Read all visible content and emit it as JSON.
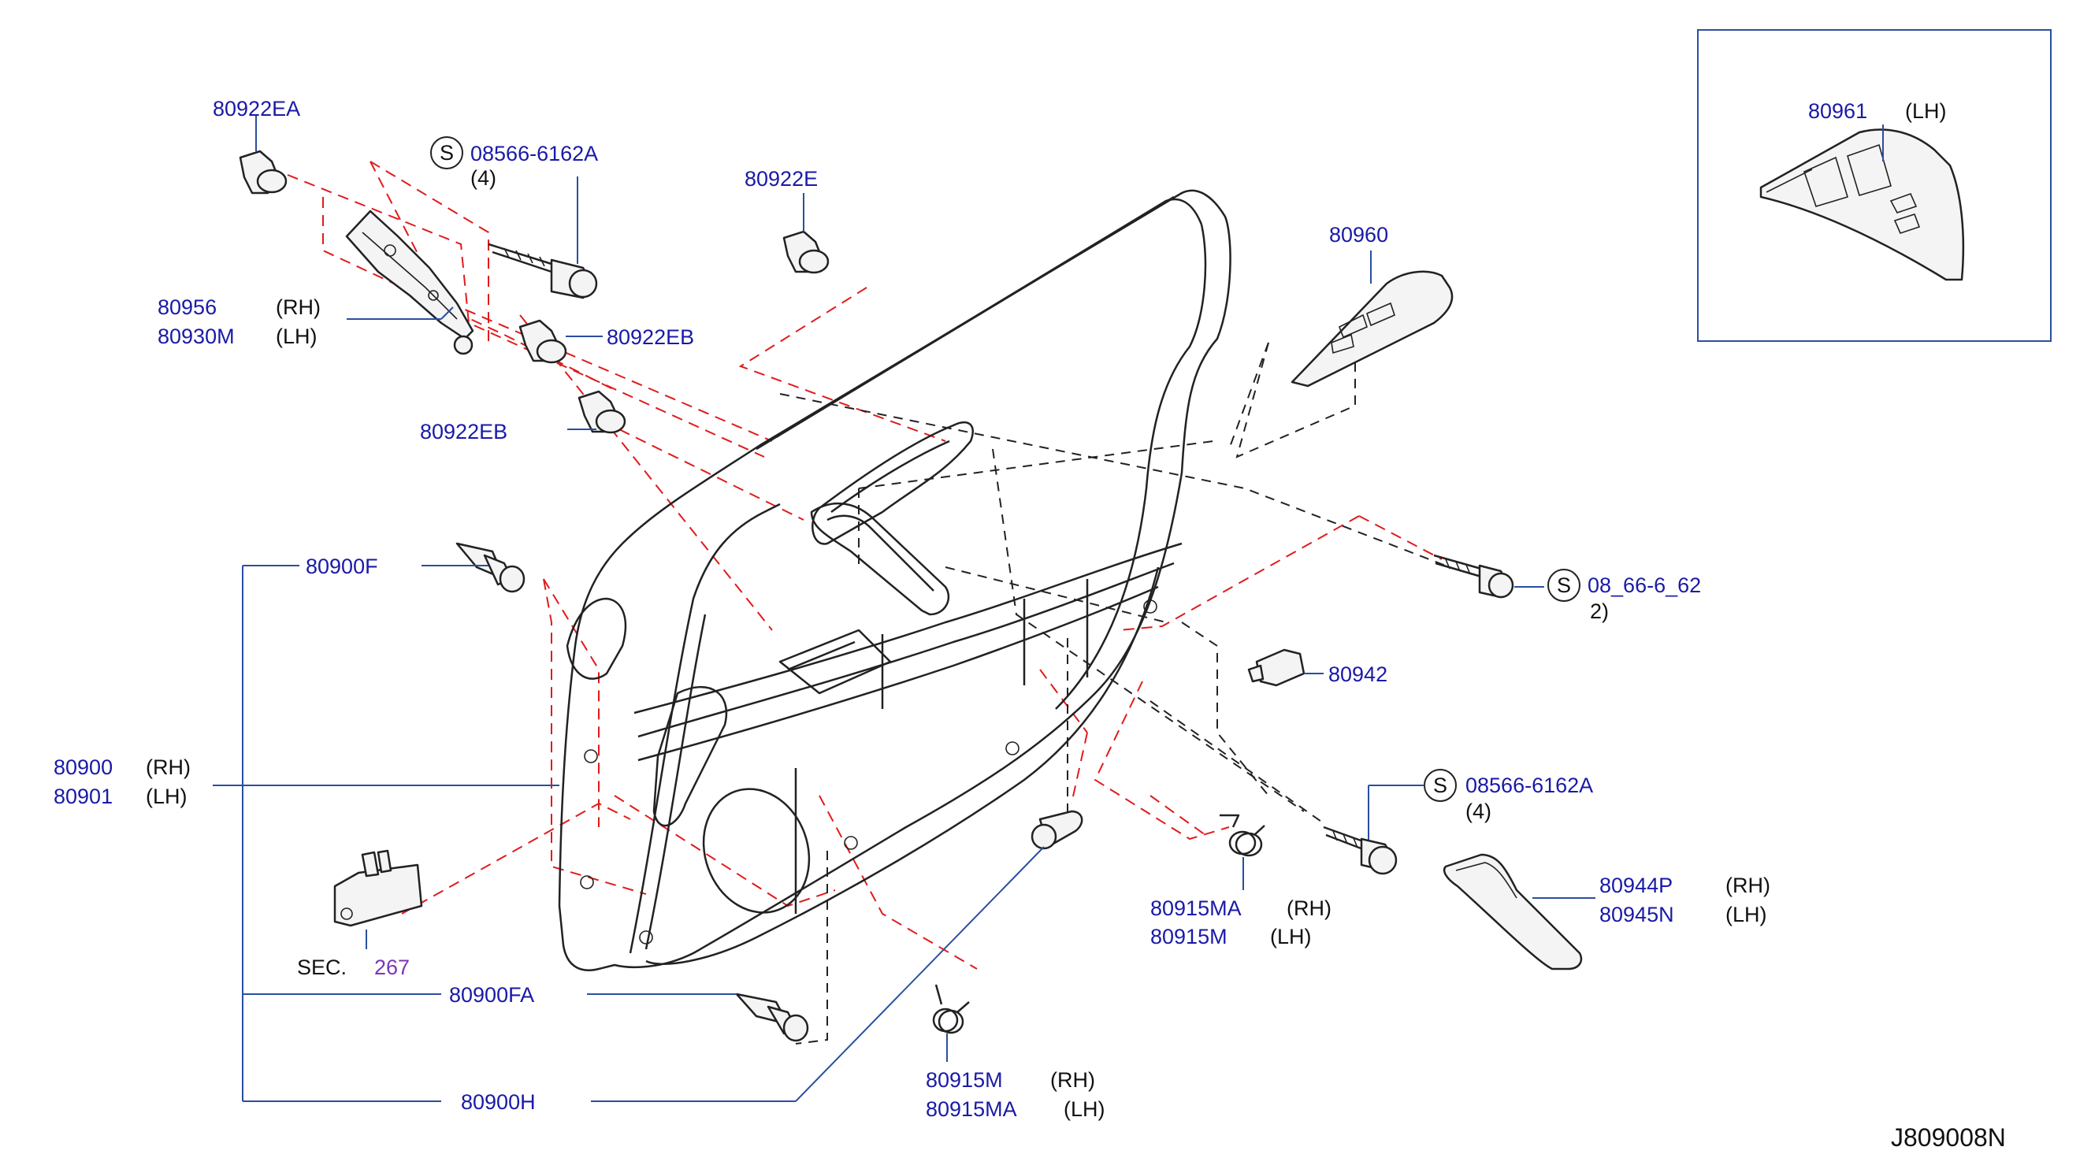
{
  "diagram_ref": "J809008N",
  "colors": {
    "part_number": "#1a1aa8",
    "side_text": "#111111",
    "section_ref": "#7a35b8",
    "leader": "#2a4fa0",
    "dashed_red": "#e01b1b"
  },
  "labels": {
    "p80922EA": "80922EA",
    "screw_top_num": "08566-6162A",
    "screw_top_qty": "(4)",
    "p80922E": "80922E",
    "p80956": "80956",
    "p80956_side": "(RH)",
    "p80930M": "80930M",
    "p80930M_side": "(LH)",
    "p80922EB_a": "80922EB",
    "p80922EB_b": "80922EB",
    "p80960": "80960",
    "p80961": "80961",
    "p80961_side": "(LH)",
    "p80900F": "80900F",
    "screw_right_num": "08_66-6_62",
    "screw_right_qty": "2)",
    "p80942": "80942",
    "p80900": "80900",
    "p80900_side": "(RH)",
    "p80901": "80901",
    "p80901_side": "(LH)",
    "screw_mid_num": "08566-6162A",
    "screw_mid_qty": "(4)",
    "p80944P": "80944P",
    "p80944P_side": "(RH)",
    "p80945N": "80945N",
    "p80945N_side": "(LH)",
    "p80915MA_r": "80915MA",
    "p80915MA_r_side": "(RH)",
    "p80915M_r": "80915M",
    "p80915M_r_side": "(LH)",
    "sec_prefix": "SEC.",
    "sec_num": "267",
    "p80900FA": "80900FA",
    "p80915M_b": "80915M",
    "p80915M_b_side": "(RH)",
    "p80915MA_b": "80915MA",
    "p80915MA_b_side": "(LH)",
    "p80900H": "80900H",
    "s_mark": "S"
  },
  "icons": [
    "screw-s-icon",
    "clip-icon",
    "spring-clip-icon",
    "switch-panel-icon",
    "door-trim-icon",
    "bracket-icon",
    "finisher-icon"
  ]
}
